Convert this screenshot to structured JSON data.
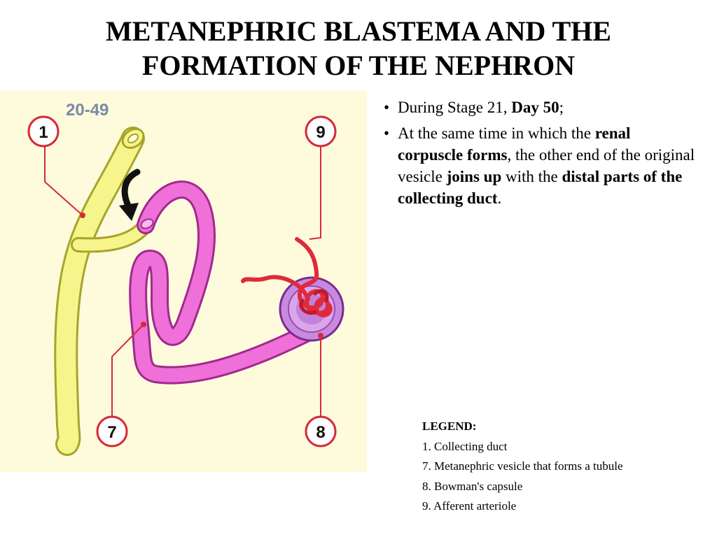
{
  "title": {
    "line1": "METANEPHRIC BLASTEMA AND THE",
    "line2": "FORMATION OF THE NEPHRON"
  },
  "diagram": {
    "stage_label": "20-49",
    "callouts": [
      "1",
      "9",
      "7",
      "8"
    ],
    "colors": {
      "background": "#fdfbdc",
      "duct_fill": "#f6f58c",
      "duct_outline": "#a8a42a",
      "tubule_fill": "#ee70d8",
      "tubule_outline": "#a02a8c",
      "capsule_fill": "#c88adf",
      "arteriole": "#e02a3c",
      "callout_ring": "#d62a3a",
      "stage_label": "#7a8aa8"
    }
  },
  "bullets": {
    "b1": {
      "t1": "During Stage 21, ",
      "b1": "Day 50",
      "t2": ";"
    },
    "b2": {
      "t1": "At the same time in which the ",
      "b1": "renal corpuscle forms",
      "t2": ", the other end of the original vesicle ",
      "b2": "joins up",
      "t3": " with the ",
      "b3": "distal parts of the collecting duct",
      "t4": "."
    }
  },
  "legend": {
    "title": "LEGEND:",
    "items": [
      "1. Collecting duct",
      "7. Metanephric vesicle that forms a tubule",
      "8. Bowman's capsule",
      "9. Afferent arteriole"
    ]
  }
}
